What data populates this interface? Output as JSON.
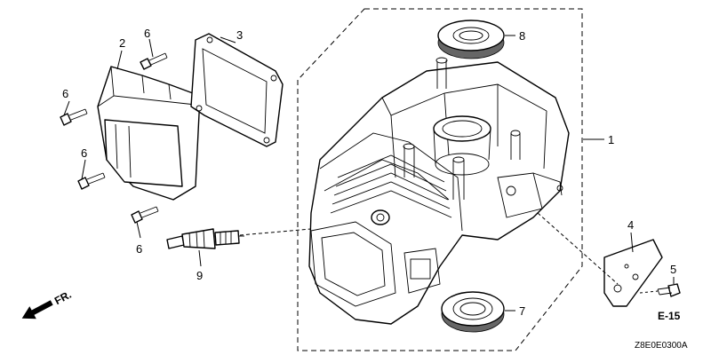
{
  "callouts": {
    "c1": "1",
    "c2": "2",
    "c3": "3",
    "c4": "4",
    "c5": "5",
    "c6a": "6",
    "c6b": "6",
    "c6c": "6",
    "c6d": "6",
    "c7": "7",
    "c8": "8",
    "c9": "9"
  },
  "section_ref": "E-15",
  "front_arrow_label": "FR.",
  "diagram_code": "Z8E0E0300A"
}
